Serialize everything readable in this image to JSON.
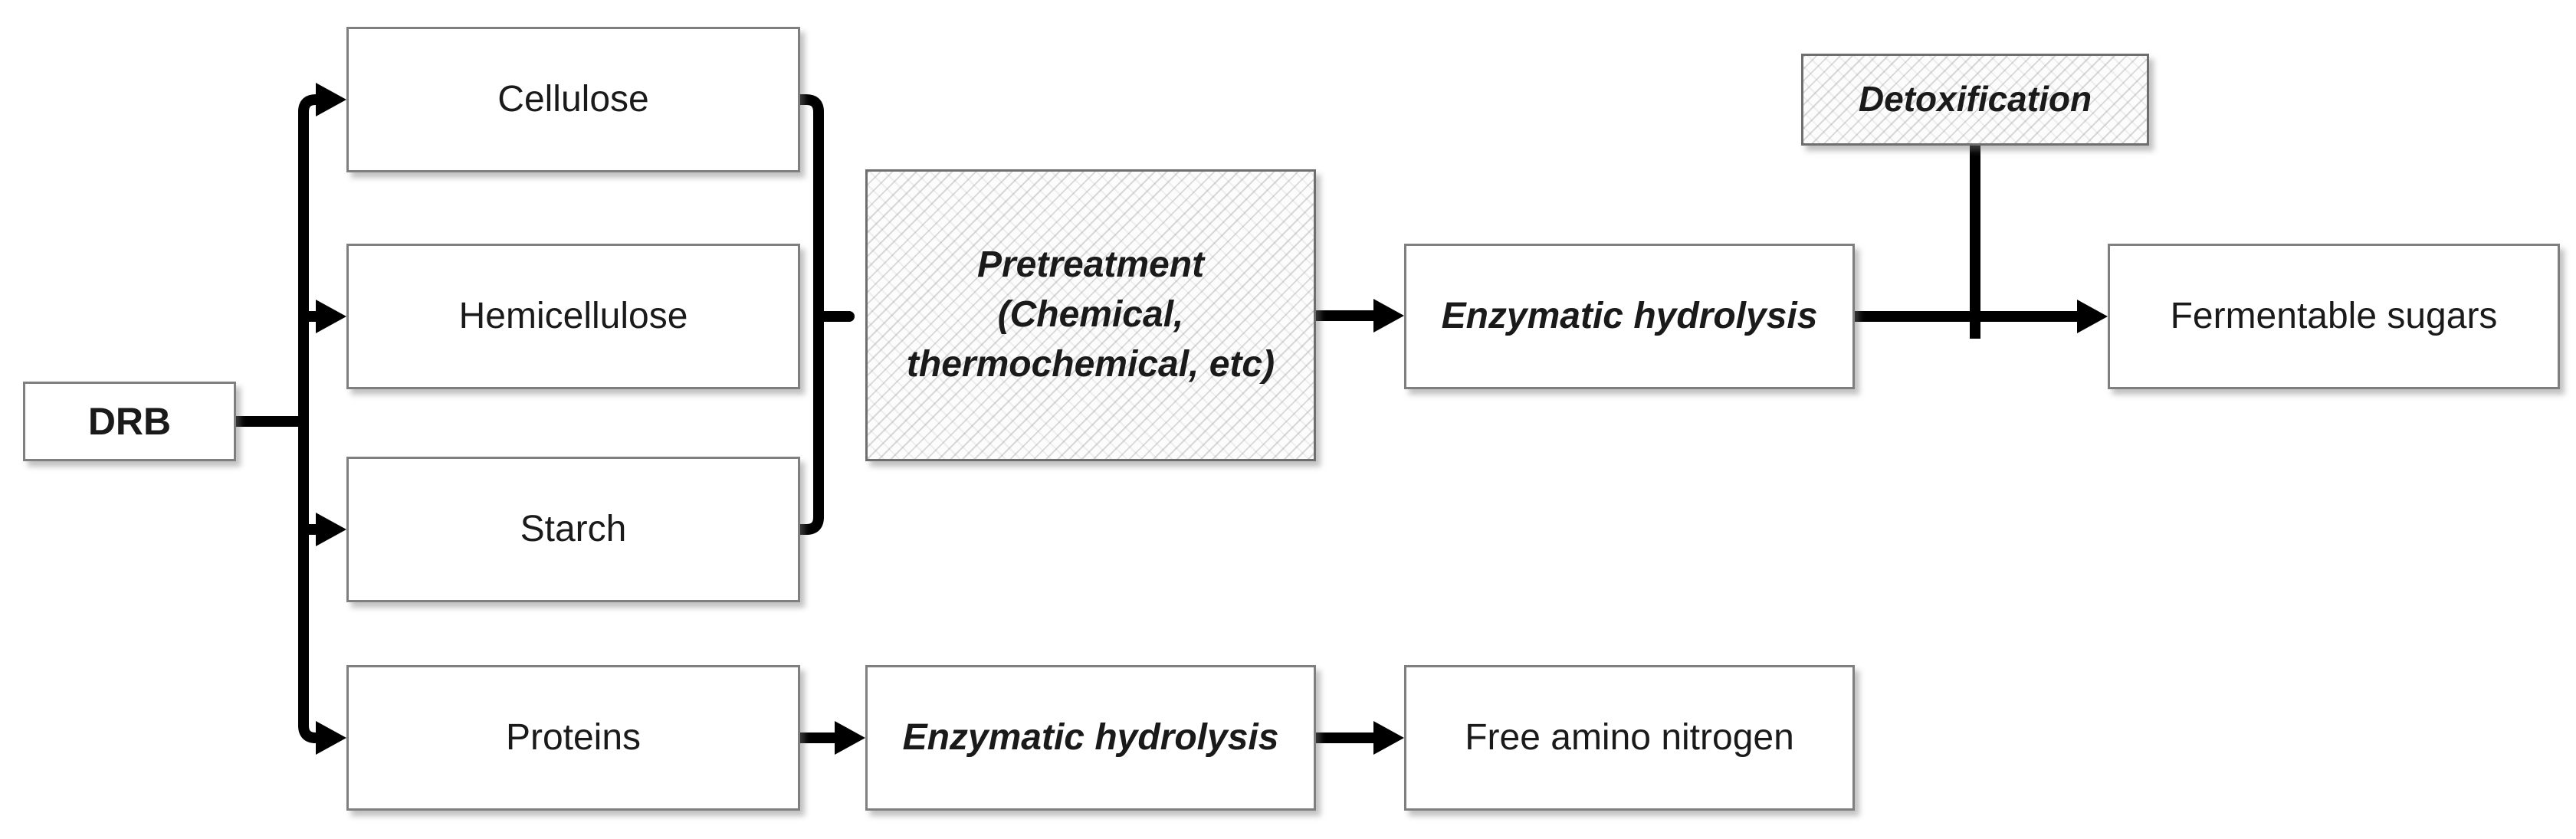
{
  "diagram": {
    "type": "flowchart",
    "colors": {
      "background": "#ffffff",
      "connector": "#000000",
      "box_border": "#7f7f7f",
      "box_fill": "#ffffff",
      "hatch_line": "#8c8c8c",
      "text": "#1a1a1a"
    },
    "nodes": {
      "drb": {
        "label": "DRB"
      },
      "cellulose": {
        "label": "Cellulose"
      },
      "hemicellulose": {
        "label": "Hemicellulose"
      },
      "starch": {
        "label": "Starch"
      },
      "proteins": {
        "label": "Proteins"
      },
      "pretreatment": {
        "lines": [
          "Pretreatment",
          "(Chemical,",
          "thermochemical, etc)"
        ]
      },
      "enzymatic_hydrolysis_top": {
        "label": "Enzymatic hydrolysis"
      },
      "detoxification": {
        "label": "Detoxification"
      },
      "fermentable_sugars": {
        "label": "Fermentable sugars"
      },
      "enzymatic_hydrolysis_bottom": {
        "label": "Enzymatic hydrolysis"
      },
      "free_amino_nitrogen": {
        "label": "Free amino nitrogen"
      }
    },
    "edges": [
      "DRB -> Cellulose",
      "DRB -> Hemicellulose",
      "DRB -> Starch",
      "DRB -> Proteins",
      "Cellulose + Hemicellulose + Starch -> Pretreatment (Chemical, thermochemical, etc)",
      "Pretreatment (Chemical, thermochemical, etc) -> Enzymatic hydrolysis",
      "Enzymatic hydrolysis -> Fermentable sugars",
      "Detoxification -> (line into Enzymatic hydrolysis -> Fermentable sugars arrow)",
      "Proteins -> Enzymatic hydrolysis",
      "Enzymatic hydrolysis -> Free amino nitrogen"
    ]
  }
}
